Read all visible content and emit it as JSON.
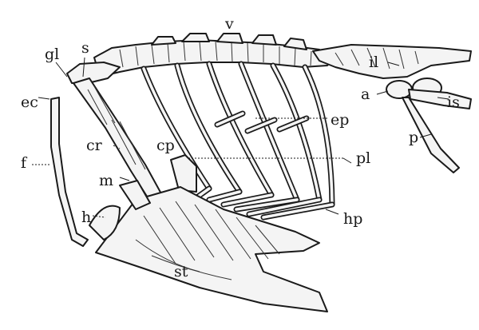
{
  "labels": {
    "v": "v",
    "gl": "gl",
    "s": "s",
    "il": "il",
    "ec": "ec",
    "a": "a",
    "is": "is",
    "ep": "ep",
    "cr": "cr",
    "cp": "cp",
    "p": "p",
    "f": "f",
    "pl": "pl",
    "m": "m",
    "h": "h",
    "hp": "hp",
    "st": "st"
  }
}
